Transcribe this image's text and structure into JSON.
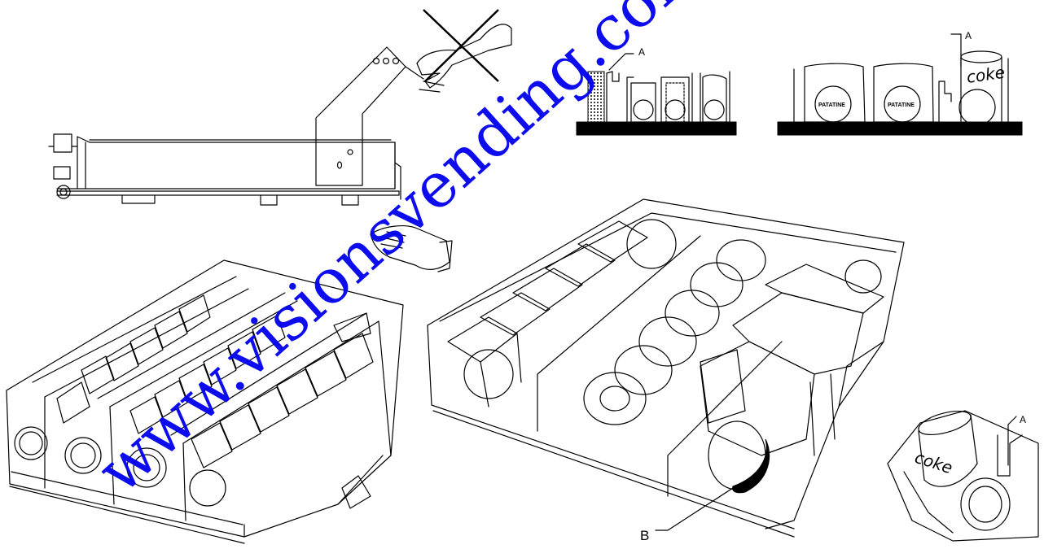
{
  "callouts": {
    "a_top_middle": "A",
    "a_top_right": "A",
    "a_bottom_right": "A",
    "b_label": "B"
  },
  "product_labels": {
    "bag_1": "PATATINE",
    "bag_2": "PATATINE",
    "can_top": "coke",
    "can_bottom": "coke"
  },
  "watermark": "www.visionsvending.com",
  "colors": {
    "line": "#000000",
    "watermark": "#0000ee",
    "background": "#ffffff"
  }
}
